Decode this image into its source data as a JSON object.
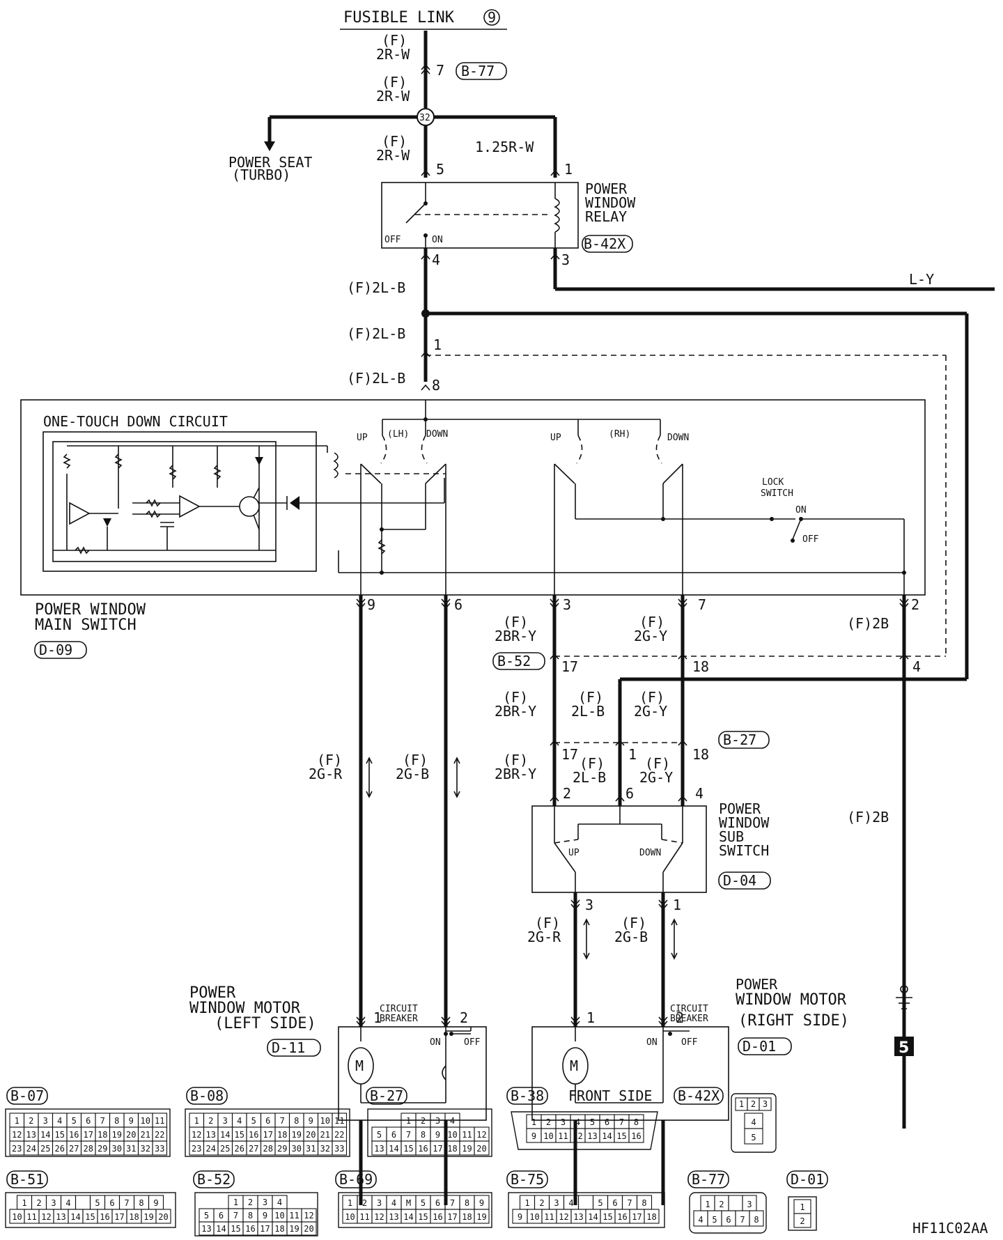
{
  "figure_id": "HF11C02AA",
  "top": {
    "fusible_link": "FUSIBLE LINK",
    "fusible_num": "9"
  },
  "wires": {
    "f": "(F)",
    "r2rw": "2R-W",
    "r125rw": "1.25R-W",
    "ly": "L-Y",
    "lb2": "(F)2L-B",
    "b2f": "(F)2B",
    "br2y": "2BR-Y",
    "g2y": "2G-Y",
    "l2b": "2L-B",
    "g2r": "2G-R",
    "g2b": "2G-B"
  },
  "splice": "32",
  "connectors": {
    "b77": "B-77",
    "b42x": "B-42X",
    "d09": "D-09",
    "b52": "B-52",
    "b27": "B-27",
    "d04": "D-04",
    "d11": "D-11",
    "d01": "D-01"
  },
  "power_seat": {
    "line1": "POWER SEAT",
    "line2": "(TURBO)"
  },
  "relay": {
    "line1": "POWER",
    "line2": "WINDOW",
    "line3": "RELAY",
    "off": "OFF",
    "on": "ON"
  },
  "main_switch": {
    "line1": "POWER WINDOW",
    "line2": "MAIN SWITCH",
    "circuit": "ONE-TOUCH DOWN CIRCUIT",
    "up": "UP",
    "down": "DOWN",
    "lh": "(LH)",
    "rh": "(RH)",
    "lock1": "LOCK",
    "lock2": "SWITCH",
    "on": "ON",
    "off": "OFF"
  },
  "sub_switch": {
    "line1": "POWER",
    "line2": "WINDOW",
    "line3": "SUB",
    "line4": "SWITCH",
    "up": "UP",
    "down": "DOWN"
  },
  "motor_left": {
    "line1": "POWER",
    "line2": "WINDOW MOTOR",
    "line3": "(LEFT SIDE)",
    "cb1": "CIRCUIT",
    "cb2": "BREAKER",
    "on": "ON",
    "off": "OFF",
    "m": "M"
  },
  "motor_right": {
    "line1": "POWER",
    "line2": "WINDOW MOTOR",
    "line3": "(RIGHT SIDE)",
    "cb1": "CIRCUIT",
    "cb2": "BREAKER",
    "on": "ON",
    "off": "OFF",
    "m": "M"
  },
  "ground": "5",
  "pins": {
    "p1": "1",
    "p2": "2",
    "p3": "3",
    "p4": "4",
    "p5": "5",
    "p6": "6",
    "p7": "7",
    "p8": "8",
    "p9": "9",
    "p17": "17",
    "p18": "18"
  },
  "legend": {
    "front_side": "FRONT SIDE",
    "b07": {
      "name": "B-07",
      "row1": [
        "1",
        "2",
        "3",
        "4",
        "5",
        "6",
        "7",
        "8",
        "9",
        "10",
        "11"
      ],
      "row2": [
        "12",
        "13",
        "14",
        "15",
        "16",
        "17",
        "18",
        "19",
        "20",
        "21",
        "22"
      ],
      "row3": [
        "23",
        "24",
        "25",
        "26",
        "27",
        "28",
        "29",
        "30",
        "31",
        "32",
        "33"
      ]
    },
    "b08": {
      "name": "B-08",
      "row1": [
        "1",
        "2",
        "3",
        "4",
        "5",
        "6",
        "7",
        "8",
        "9",
        "10",
        "11"
      ],
      "row2": [
        "12",
        "13",
        "14",
        "15",
        "16",
        "17",
        "18",
        "19",
        "20",
        "21",
        "22"
      ],
      "row3": [
        "23",
        "24",
        "25",
        "26",
        "27",
        "28",
        "29",
        "30",
        "31",
        "32",
        "33"
      ]
    },
    "b27": {
      "name": "B-27",
      "row1": [
        "",
        "1",
        "2",
        "",
        "3",
        "4",
        ""
      ],
      "row2": [
        "5",
        "6",
        "7",
        "8",
        "9",
        "10",
        "11",
        "12"
      ],
      "row3": [
        "13",
        "14",
        "15",
        "16",
        "17",
        "18",
        "19",
        "20"
      ]
    },
    "b38": {
      "name": "B-38",
      "row1": [
        "1",
        "2",
        "3",
        "4",
        "5",
        "6",
        "7",
        "8"
      ],
      "row2": [
        "9",
        "10",
        "11",
        "12",
        "13",
        "14",
        "15",
        "16"
      ]
    },
    "b42x": {
      "name": "B-42X",
      "row1": [
        "1",
        "2",
        "3"
      ],
      "row2": [
        "4"
      ],
      "row3": [
        "5"
      ]
    },
    "b51": {
      "name": "B-51",
      "row1": [
        "1",
        "2",
        "3",
        "4",
        "",
        "5",
        "6",
        "7",
        "8",
        "9"
      ],
      "row2": [
        "10",
        "11",
        "12",
        "13",
        "14",
        "15",
        "16",
        "17",
        "18",
        "19",
        "20"
      ]
    },
    "b52": {
      "name": "B-52",
      "row1": [
        "1",
        "2",
        "",
        "3",
        "4"
      ],
      "row2": [
        "5",
        "6",
        "7",
        "8",
        "9",
        "10",
        "11",
        "12"
      ],
      "row3": [
        "13",
        "14",
        "15",
        "16",
        "17",
        "18",
        "19",
        "20"
      ]
    },
    "b69": {
      "name": "B-69",
      "row1": [
        "1",
        "2",
        "3",
        "4",
        "M",
        "5",
        "6",
        "7",
        "8",
        "9"
      ],
      "row2": [
        "10",
        "11",
        "12",
        "13",
        "14",
        "15",
        "16",
        "17",
        "18",
        "19"
      ]
    },
    "b75": {
      "name": "B-75",
      "row1": [
        "1",
        "2",
        "3",
        "4",
        "",
        "5",
        "6",
        "7",
        "8"
      ],
      "row2": [
        "9",
        "10",
        "11",
        "12",
        "13",
        "14",
        "15",
        "16",
        "17",
        "18"
      ]
    },
    "b77": {
      "name": "B-77",
      "row1": [
        "1",
        "2",
        "",
        "3"
      ],
      "row2": [
        "4",
        "5",
        "6",
        "7",
        "8"
      ]
    },
    "d01": {
      "name": "D-01",
      "row1": [
        "1"
      ],
      "row2": [
        "2"
      ]
    }
  }
}
